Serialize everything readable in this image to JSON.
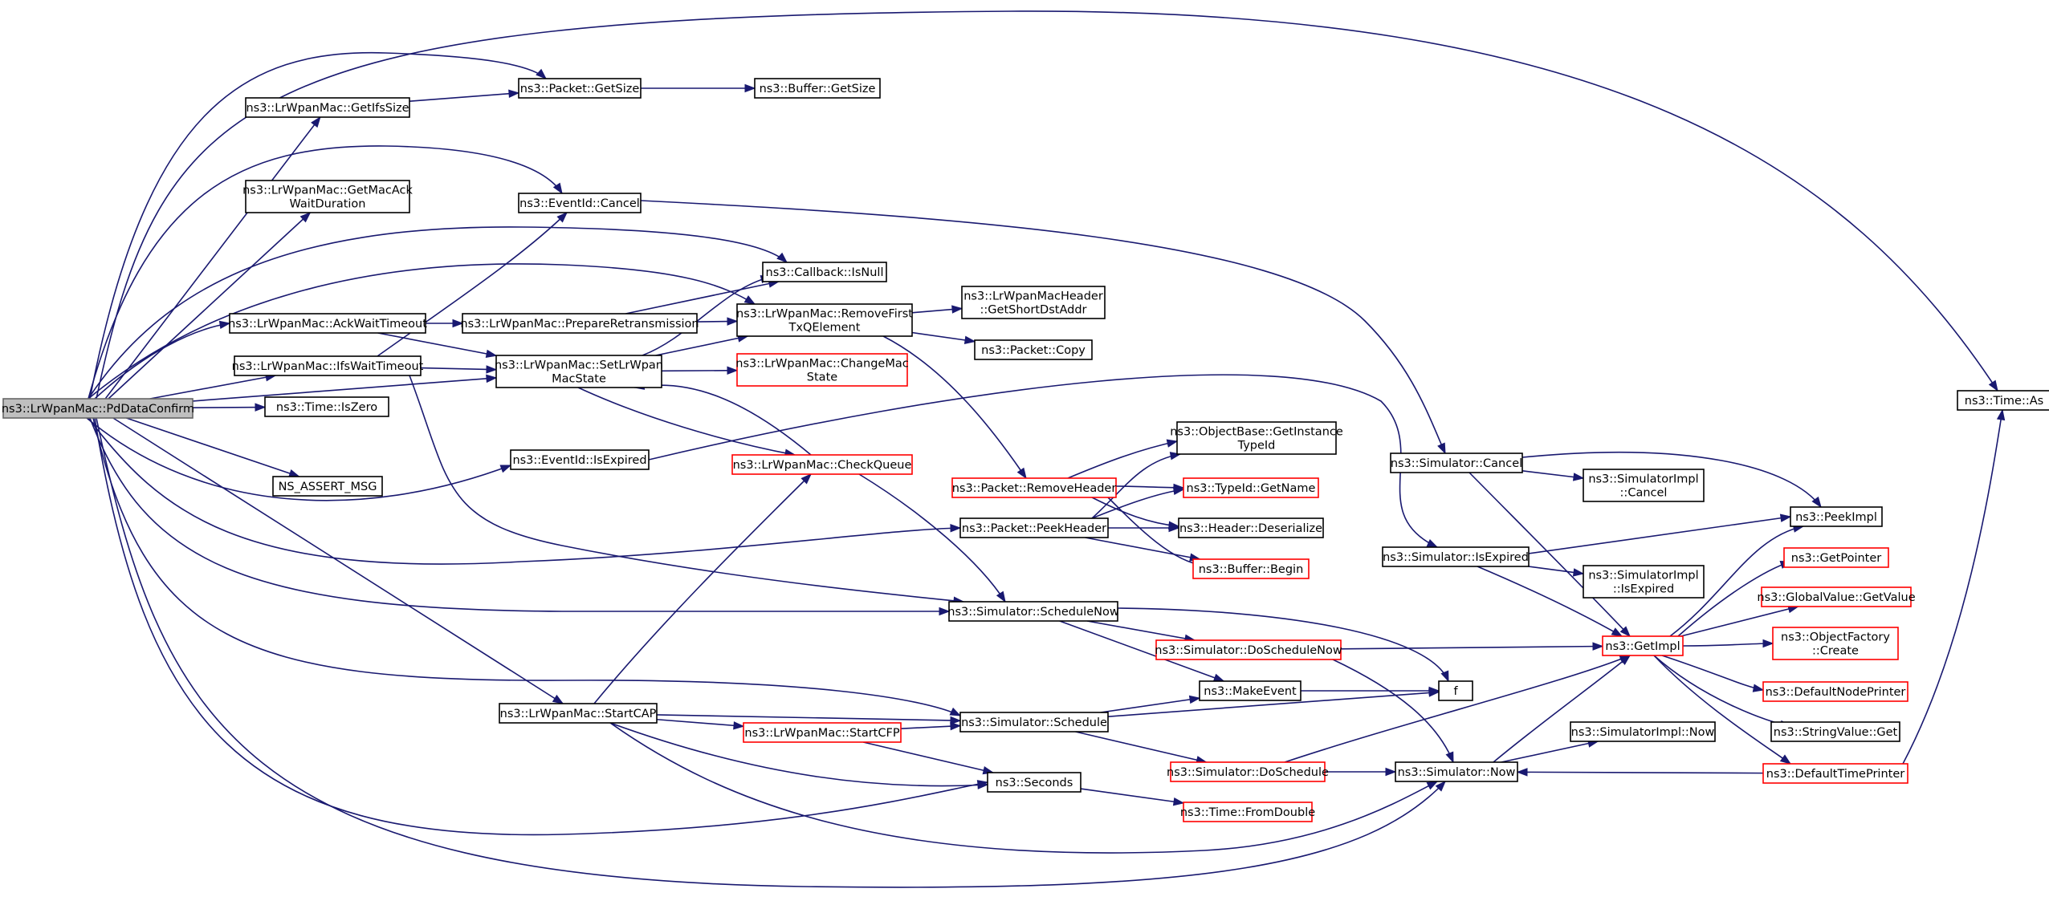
{
  "nodes": [
    {
      "id": "pd",
      "lines": [
        "ns3::LrWpanMac::PdDataConfirm"
      ],
      "style": "root"
    },
    {
      "id": "ifs",
      "lines": [
        "ns3::LrWpanMac::GetIfsSize"
      ],
      "style": "normal"
    },
    {
      "id": "getmac",
      "lines": [
        "ns3::LrWpanMac::GetMacAck",
        "WaitDuration"
      ],
      "style": "normal"
    },
    {
      "id": "ackwait",
      "lines": [
        "ns3::LrWpanMac::AckWaitTimeout"
      ],
      "style": "normal"
    },
    {
      "id": "ifswait",
      "lines": [
        "ns3::LrWpanMac::IfsWaitTimeout"
      ],
      "style": "normal"
    },
    {
      "id": "iszero",
      "lines": [
        "ns3::Time::IsZero"
      ],
      "style": "normal"
    },
    {
      "id": "assert",
      "lines": [
        "NS_ASSERT_MSG"
      ],
      "style": "normal"
    },
    {
      "id": "startcap",
      "lines": [
        "ns3::LrWpanMac::StartCAP"
      ],
      "style": "normal"
    },
    {
      "id": "pktsize",
      "lines": [
        "ns3::Packet::GetSize"
      ],
      "style": "normal"
    },
    {
      "id": "bufsize",
      "lines": [
        "ns3::Buffer::GetSize"
      ],
      "style": "normal"
    },
    {
      "id": "evcancel",
      "lines": [
        "ns3::EventId::Cancel"
      ],
      "style": "normal"
    },
    {
      "id": "prepare",
      "lines": [
        "ns3::LrWpanMac::PrepareRetransmission"
      ],
      "style": "normal"
    },
    {
      "id": "setstate",
      "lines": [
        "ns3::LrWpanMac::SetLrWpan",
        "MacState"
      ],
      "style": "normal"
    },
    {
      "id": "evexp",
      "lines": [
        "ns3::EventId::IsExpired"
      ],
      "style": "normal"
    },
    {
      "id": "isnull",
      "lines": [
        "ns3::Callback::IsNull"
      ],
      "style": "normal"
    },
    {
      "id": "removefirst",
      "lines": [
        "ns3::LrWpanMac::RemoveFirst",
        "TxQElement"
      ],
      "style": "normal"
    },
    {
      "id": "changemac",
      "lines": [
        "ns3::LrWpanMac::ChangeMac",
        "State"
      ],
      "style": "red"
    },
    {
      "id": "checkq",
      "lines": [
        "ns3::LrWpanMac::CheckQueue"
      ],
      "style": "red"
    },
    {
      "id": "startcfp",
      "lines": [
        "ns3::LrWpanMac::StartCFP"
      ],
      "style": "red"
    },
    {
      "id": "macheader",
      "lines": [
        "ns3::LrWpanMacHeader",
        "::GetShortDstAddr"
      ],
      "style": "normal"
    },
    {
      "id": "pktcopy",
      "lines": [
        "ns3::Packet::Copy"
      ],
      "style": "normal"
    },
    {
      "id": "removehdr",
      "lines": [
        "ns3::Packet::RemoveHeader"
      ],
      "style": "red"
    },
    {
      "id": "peekhdr",
      "lines": [
        "ns3::Packet::PeekHeader"
      ],
      "style": "normal"
    },
    {
      "id": "schednow",
      "lines": [
        "ns3::Simulator::ScheduleNow"
      ],
      "style": "normal"
    },
    {
      "id": "dosched_now",
      "lines": [
        "ns3::Simulator::DoScheduleNow"
      ],
      "style": "red"
    },
    {
      "id": "makeevent",
      "lines": [
        "ns3::MakeEvent"
      ],
      "style": "normal"
    },
    {
      "id": "sched",
      "lines": [
        "ns3::Simulator::Schedule"
      ],
      "style": "normal"
    },
    {
      "id": "seconds",
      "lines": [
        "ns3::Seconds"
      ],
      "style": "normal"
    },
    {
      "id": "dosched",
      "lines": [
        "ns3::Simulator::DoSchedule"
      ],
      "style": "red"
    },
    {
      "id": "fromdouble",
      "lines": [
        "ns3::Time::FromDouble"
      ],
      "style": "red"
    },
    {
      "id": "objbase",
      "lines": [
        "ns3::ObjectBase::GetInstance",
        "TypeId"
      ],
      "style": "normal"
    },
    {
      "id": "typeid",
      "lines": [
        "ns3::TypeId::GetName"
      ],
      "style": "red"
    },
    {
      "id": "deser",
      "lines": [
        "ns3::Header::Deserialize"
      ],
      "style": "normal"
    },
    {
      "id": "bufbegin",
      "lines": [
        "ns3::Buffer::Begin"
      ],
      "style": "red"
    },
    {
      "id": "f",
      "lines": [
        "f"
      ],
      "style": "normal"
    },
    {
      "id": "simcancel",
      "lines": [
        "ns3::Simulator::Cancel"
      ],
      "style": "normal"
    },
    {
      "id": "simexp",
      "lines": [
        "ns3::Simulator::IsExpired"
      ],
      "style": "normal"
    },
    {
      "id": "simnow",
      "lines": [
        "ns3::Simulator::Now"
      ],
      "style": "normal"
    },
    {
      "id": "implcancel",
      "lines": [
        "ns3::SimulatorImpl",
        "::Cancel"
      ],
      "style": "normal"
    },
    {
      "id": "implexp",
      "lines": [
        "ns3::SimulatorImpl",
        "::IsExpired"
      ],
      "style": "normal"
    },
    {
      "id": "getimpl",
      "lines": [
        "ns3::GetImpl"
      ],
      "style": "red"
    },
    {
      "id": "implnow",
      "lines": [
        "ns3::SimulatorImpl::Now"
      ],
      "style": "normal"
    },
    {
      "id": "peekimpl",
      "lines": [
        "ns3::PeekImpl"
      ],
      "style": "normal"
    },
    {
      "id": "getptr",
      "lines": [
        "ns3::GetPointer"
      ],
      "style": "red"
    },
    {
      "id": "globalval",
      "lines": [
        "ns3::GlobalValue::GetValue"
      ],
      "style": "red"
    },
    {
      "id": "objfactory",
      "lines": [
        "ns3::ObjectFactory",
        "::Create"
      ],
      "style": "red"
    },
    {
      "id": "defnode",
      "lines": [
        "ns3::DefaultNodePrinter"
      ],
      "style": "red"
    },
    {
      "id": "strval",
      "lines": [
        "ns3::StringValue::Get"
      ],
      "style": "normal"
    },
    {
      "id": "deftime",
      "lines": [
        "ns3::DefaultTimePrinter"
      ],
      "style": "red"
    },
    {
      "id": "timeas",
      "lines": [
        "ns3::Time::As"
      ],
      "style": "normal"
    }
  ],
  "edges": [
    [
      "pd",
      "ifs"
    ],
    [
      "pd",
      "getmac"
    ],
    [
      "pd",
      "ackwait"
    ],
    [
      "pd",
      "ifswait"
    ],
    [
      "pd",
      "iszero"
    ],
    [
      "pd",
      "assert"
    ],
    [
      "pd",
      "startcap"
    ],
    [
      "pd",
      "pktsize"
    ],
    [
      "pd",
      "evcancel"
    ],
    [
      "pd",
      "isnull"
    ],
    [
      "pd",
      "removefirst"
    ],
    [
      "pd",
      "setstate"
    ],
    [
      "pd",
      "evexp"
    ],
    [
      "pd",
      "peekhdr"
    ],
    [
      "pd",
      "schednow"
    ],
    [
      "pd",
      "sched"
    ],
    [
      "pd",
      "seconds"
    ],
    [
      "pd",
      "simnow"
    ],
    [
      "pd",
      "timeas"
    ],
    [
      "ifs",
      "pktsize"
    ],
    [
      "pktsize",
      "bufsize"
    ],
    [
      "evcancel",
      "simcancel"
    ],
    [
      "ackwait",
      "prepare"
    ],
    [
      "ackwait",
      "setstate"
    ],
    [
      "ifswait",
      "evcancel"
    ],
    [
      "ifswait",
      "setstate"
    ],
    [
      "ifswait",
      "schednow"
    ],
    [
      "prepare",
      "isnull"
    ],
    [
      "prepare",
      "removefirst"
    ],
    [
      "setstate",
      "isnull"
    ],
    [
      "setstate",
      "removefirst"
    ],
    [
      "setstate",
      "changemac"
    ],
    [
      "setstate",
      "checkq"
    ],
    [
      "checkq",
      "setstate"
    ],
    [
      "checkq",
      "schednow"
    ],
    [
      "evexp",
      "simexp"
    ],
    [
      "removefirst",
      "macheader"
    ],
    [
      "removefirst",
      "pktcopy"
    ],
    [
      "removefirst",
      "removehdr"
    ],
    [
      "removehdr",
      "objbase"
    ],
    [
      "removehdr",
      "typeid"
    ],
    [
      "removehdr",
      "deser"
    ],
    [
      "removehdr",
      "bufbegin"
    ],
    [
      "peekhdr",
      "objbase"
    ],
    [
      "peekhdr",
      "typeid"
    ],
    [
      "peekhdr",
      "deser"
    ],
    [
      "peekhdr",
      "bufbegin"
    ],
    [
      "startcap",
      "checkq"
    ],
    [
      "startcap",
      "startcfp"
    ],
    [
      "startcap",
      "sched"
    ],
    [
      "startcap",
      "seconds"
    ],
    [
      "startcap",
      "simnow"
    ],
    [
      "startcfp",
      "sched"
    ],
    [
      "startcfp",
      "seconds"
    ],
    [
      "schednow",
      "dosched_now"
    ],
    [
      "schednow",
      "makeevent"
    ],
    [
      "schednow",
      "f"
    ],
    [
      "dosched_now",
      "getimpl"
    ],
    [
      "dosched_now",
      "simnow"
    ],
    [
      "sched",
      "makeevent"
    ],
    [
      "sched",
      "f"
    ],
    [
      "sched",
      "dosched"
    ],
    [
      "makeevent",
      "f"
    ],
    [
      "dosched",
      "getimpl"
    ],
    [
      "dosched",
      "simnow"
    ],
    [
      "seconds",
      "fromdouble"
    ],
    [
      "simcancel",
      "implcancel"
    ],
    [
      "simcancel",
      "peekimpl"
    ],
    [
      "simcancel",
      "getimpl"
    ],
    [
      "simexp",
      "implexp"
    ],
    [
      "simexp",
      "peekimpl"
    ],
    [
      "simexp",
      "getimpl"
    ],
    [
      "simnow",
      "implnow"
    ],
    [
      "simnow",
      "getimpl"
    ],
    [
      "getimpl",
      "peekimpl"
    ],
    [
      "getimpl",
      "getptr"
    ],
    [
      "getimpl",
      "globalval"
    ],
    [
      "getimpl",
      "objfactory"
    ],
    [
      "getimpl",
      "defnode"
    ],
    [
      "getimpl",
      "strval"
    ],
    [
      "getimpl",
      "deftime"
    ],
    [
      "deftime",
      "simnow"
    ],
    [
      "deftime",
      "timeas"
    ]
  ]
}
